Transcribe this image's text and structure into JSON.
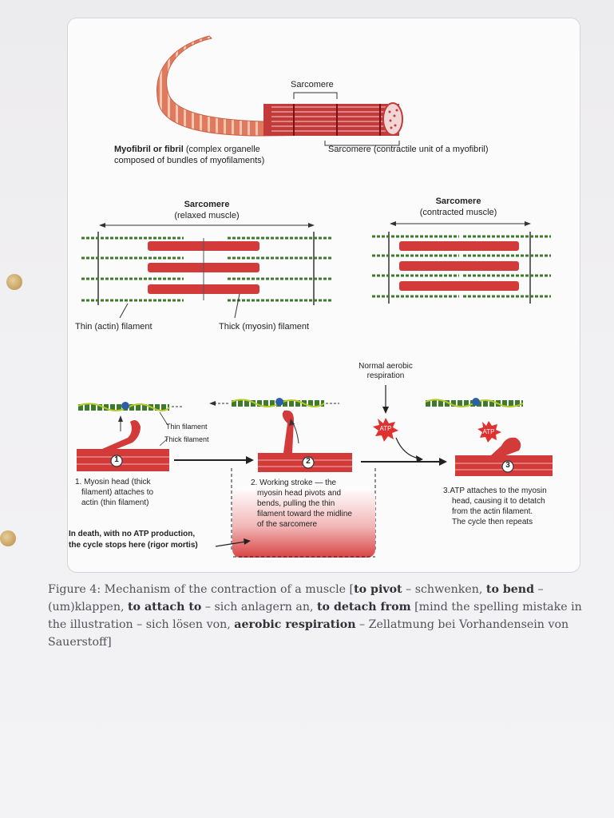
{
  "labels": {
    "sarcomere_top": "Sarcomere",
    "myofibril_bold": "Myofibril or fibril",
    "myofibril_desc_1": "(complex organelle",
    "myofibril_desc_2": "composed of bundles of myofilaments)",
    "sarcomere_desc": "Sarcomere (contractile unit of a myofibril)",
    "relaxed_title": "Sarcomere",
    "relaxed_sub": "(relaxed muscle)",
    "contracted_title": "Sarcomere",
    "contracted_sub": "(contracted muscle)",
    "thin_filament": "Thin (actin) filament",
    "thick_filament": "Thick (myosin) filament",
    "normal_aerobic_1": "Normal aerobic",
    "normal_aerobic_2": "respiration",
    "thin_small": "Thin filament",
    "thick_small": "Thick filament",
    "atp": "ATP",
    "step1_num": "1",
    "step2_num": "2",
    "step3_num": "3",
    "step1_text_1": "1. Myosin head (thick",
    "step1_text_2": "filament) attaches to",
    "step1_text_3": "actin (thin filament)",
    "step2_text_1": "2. Working stroke — the",
    "step2_text_2": "myosin head pivots and",
    "step2_text_3": "bends, pulling the thin",
    "step2_text_4": "filament toward the midline",
    "step2_text_5": "of the sarcomere",
    "step3_text_1": "3.ATP attaches to the myosin",
    "step3_text_2": "head, causing it to detatch",
    "step3_text_3": "from the actin filament.",
    "step3_text_4": "The cycle then repeats",
    "death_1": "In death, with no ATP production,",
    "death_2": "the cycle stops here (rigor mortis)"
  },
  "caption": {
    "figure_label": "Figure 4:",
    "text_1": " Mechanism of the contraction of a muscle [",
    "term_pivot": "to pivot",
    "trans_pivot": " – schwenken, ",
    "term_bend": "to bend",
    "trans_bend": " – (um)klappen, ",
    "term_attach": "to attach to",
    "trans_attach": " – sich anlagern an, ",
    "term_detach": "to detach from",
    "trans_detach": " [mind the spelling mistake in the illustration – sich lösen von, ",
    "term_aerobic": "aerobic respiration",
    "trans_aerobic": " – Zellatmung bei Vorhandensein von Sauerstoff]"
  },
  "colors": {
    "page": "#f1f0f2",
    "muscle_red": "#d33a3a",
    "muscle_dark": "#a31f25",
    "actin_green": "#3d7a2e",
    "myofibril_orange": "#e8866a",
    "caption_text": "#505258"
  }
}
